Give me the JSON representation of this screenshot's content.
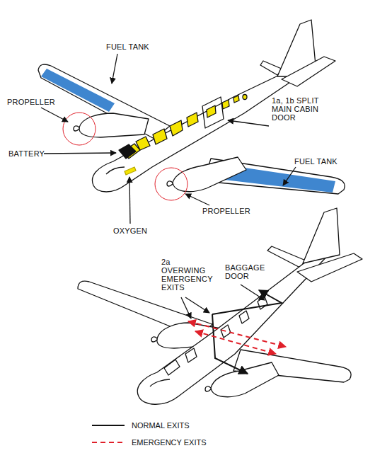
{
  "diagram": {
    "labels": [
      "FUEL TANK",
      "PROPELLER",
      "1a, 1b SPLIT MAIN CABIN DOOR",
      "BATTERY",
      "FUEL TANK",
      "PROPELLER",
      "OXYGEN",
      "2a OVERWING EMERGENCY EXITS",
      "BAGGAGE DOOR"
    ],
    "legend": [
      {
        "text": "NORMAL EXITS"
      },
      {
        "text": "EMERGENCY EXITS"
      }
    ]
  }
}
